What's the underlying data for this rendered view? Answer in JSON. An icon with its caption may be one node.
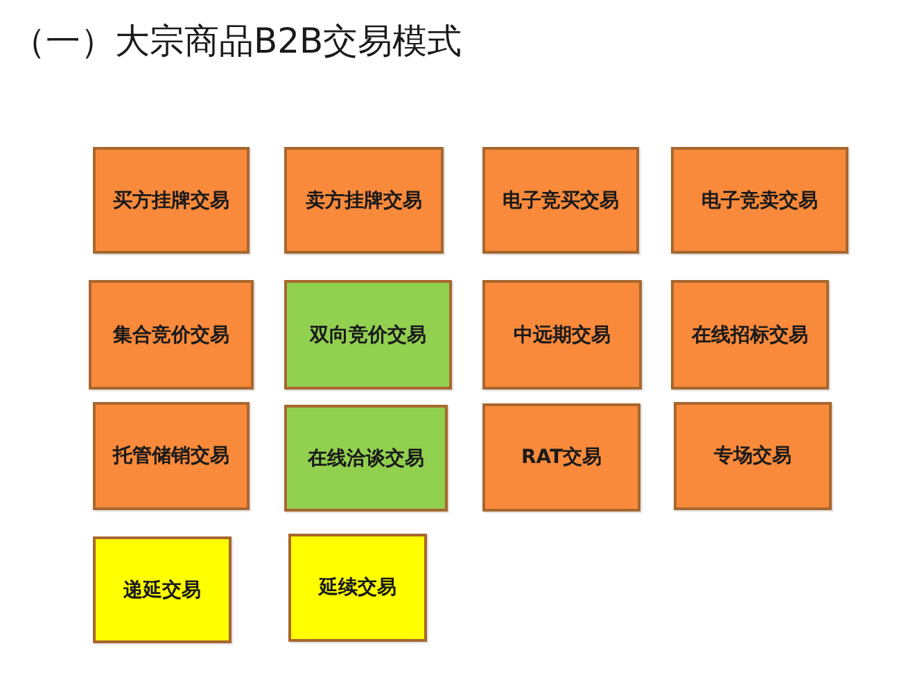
{
  "diagram": {
    "title": "（一）大宗商品B2B交易模式",
    "nodes": [
      {
        "text": [
          "买方挂牌交易"
        ]
      },
      {
        "text": [
          "卖方挂牌交易"
        ]
      },
      {
        "text": [
          "电子竞买交易"
        ]
      },
      {
        "text": [
          "电子竞卖交易"
        ]
      },
      {
        "text": [
          "集合竞价交易"
        ]
      },
      {
        "text": [
          "双向竞价交易"
        ]
      },
      {
        "text": [
          "中远期交易"
        ]
      },
      {
        "text": [
          "在线招标交易"
        ]
      },
      {
        "text": [
          "托管储销交易"
        ]
      },
      {
        "text": [
          "在线洽谈交易"
        ]
      },
      {
        "text": [
          "RAT交易"
        ]
      },
      {
        "text": [
          "专场交易"
        ]
      },
      {
        "text": [
          "递延交易"
        ]
      },
      {
        "text": [
          "延续交易"
        ]
      }
    ]
  }
}
